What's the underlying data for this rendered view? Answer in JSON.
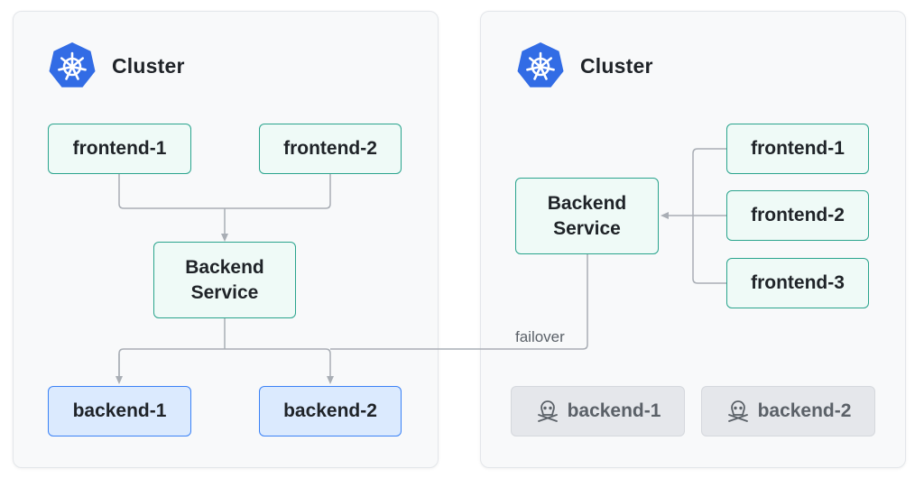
{
  "left_cluster": {
    "title": "Cluster",
    "frontends": [
      "frontend-1",
      "frontend-2"
    ],
    "service": {
      "line1": "Backend",
      "line2": "Service"
    },
    "backends": [
      "backend-1",
      "backend-2"
    ]
  },
  "right_cluster": {
    "title": "Cluster",
    "service": {
      "line1": "Backend",
      "line2": "Service"
    },
    "frontends": [
      "frontend-1",
      "frontend-2",
      "frontend-3"
    ],
    "backends_down": [
      "backend-1",
      "backend-2"
    ]
  },
  "failover_label": "failover",
  "colors": {
    "logo_blue": "#326ce5",
    "service_border": "#2aa48d",
    "backend_border": "#3b82f6",
    "wire": "#a9aeb5"
  },
  "icons": {
    "logo": "kubernetes-helm-icon",
    "down": "skull-crossbones-icon"
  }
}
